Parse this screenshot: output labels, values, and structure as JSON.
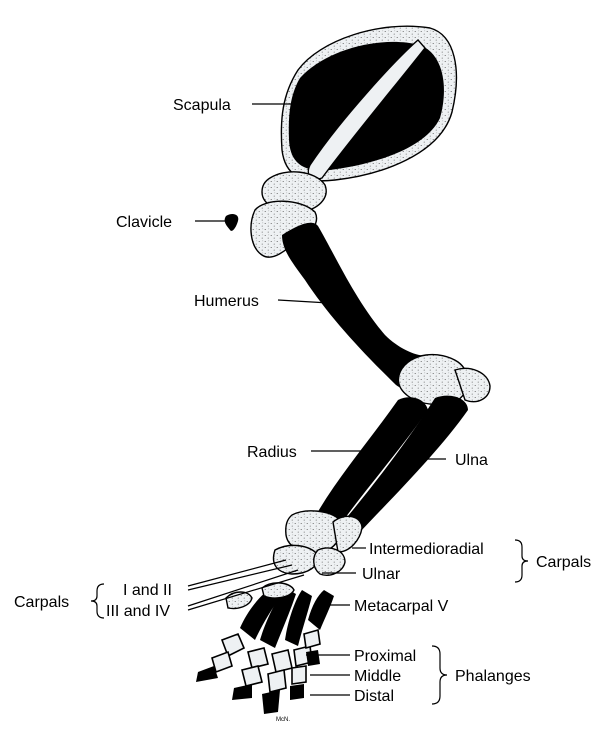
{
  "diagram": {
    "labels": {
      "scapula": "Scapula",
      "clavicle": "Clavicle",
      "humerus": "Humerus",
      "radius": "Radius",
      "ulna": "Ulna",
      "intermedioradial": "Intermedioradial",
      "ulnar": "Ulnar",
      "carpals_right": "Carpals",
      "carpals_left": "Carpals",
      "i_and_ii": "I and II",
      "iii_and_iv": "III and IV",
      "metacarpal_v": "Metacarpal V",
      "proximal": "Proximal",
      "middle": "Middle",
      "distal": "Distal",
      "phalanges": "Phalanges"
    },
    "artist_mark": "McN."
  }
}
